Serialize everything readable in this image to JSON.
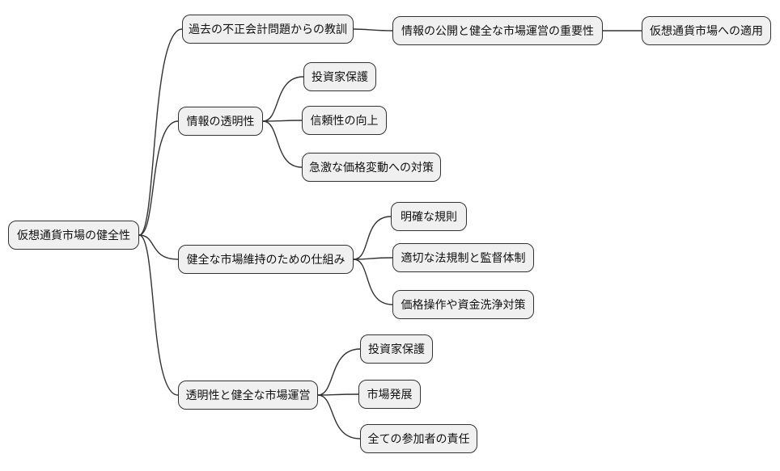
{
  "diagram": {
    "type": "mindmap",
    "background_color": "#ffffff",
    "node_fill_color": "#f0f0f0",
    "node_border_color": "#333333",
    "connector_color": "#333333",
    "text_color": "#111111"
  },
  "mindmap": {
    "root": {
      "label": "仮想通貨市場の健全性",
      "children": [
        {
          "label": "過去の不正会計問題からの教訓",
          "children": [
            {
              "label": "情報の公開と健全な市場運営の重要性",
              "children": [
                {
                  "label": "仮想通貨市場への適用",
                  "children": []
                }
              ]
            }
          ]
        },
        {
          "label": "情報の透明性",
          "children": [
            {
              "label": "投資家保護",
              "children": []
            },
            {
              "label": "信頼性の向上",
              "children": []
            },
            {
              "label": "急激な価格変動への対策",
              "children": []
            }
          ]
        },
        {
          "label": "健全な市場維持のための仕組み",
          "children": [
            {
              "label": "明確な規則",
              "children": []
            },
            {
              "label": "適切な法規制と監督体制",
              "children": []
            },
            {
              "label": "価格操作や資金洗浄対策",
              "children": []
            }
          ]
        },
        {
          "label": "透明性と健全な市場運営",
          "children": [
            {
              "label": "投資家保護",
              "children": []
            },
            {
              "label": "市場発展",
              "children": []
            },
            {
              "label": "全ての参加者の責任",
              "children": []
            }
          ]
        }
      ]
    }
  }
}
